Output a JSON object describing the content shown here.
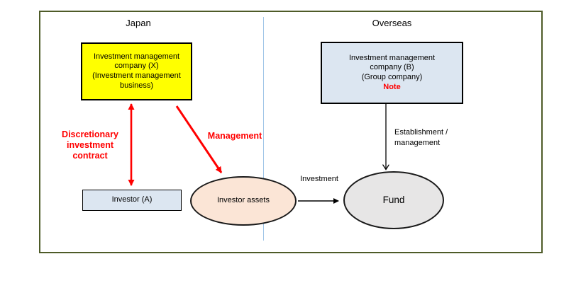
{
  "titles": {
    "left": "Japan",
    "right": "Overseas"
  },
  "boxes": {
    "company_x": {
      "text": "Investment management\ncompany (X)\n(Investment management\nbusiness)",
      "fill": "#ffff00"
    },
    "company_b": {
      "text": "Investment management\ncompany (B)\n(Group company)",
      "note": "Note",
      "fill": "#dce6f1",
      "note_color": "#ff0000"
    },
    "investor_a": {
      "text": "Investor (A)",
      "fill": "#dce6f1"
    }
  },
  "ellipses": {
    "investor_assets": {
      "text": "Investor assets",
      "fill": "#fbe5d6"
    },
    "fund": {
      "text": "Fund",
      "fill": "#e7e6e6"
    }
  },
  "arrow_labels": {
    "discretionary": {
      "label": "Discretionary\ninvestment\ncontract",
      "color": "#ff0000"
    },
    "management": {
      "label": "Management",
      "color": "#ff0000"
    },
    "investment": {
      "label": "Investment",
      "color": "#000000"
    },
    "establishment": {
      "label": "Establishment /\nmanagement",
      "color": "#000000"
    }
  },
  "colors": {
    "frame_border": "#4e5b28",
    "divider": "#9dc3e6",
    "accent_red": "#ff0000",
    "box_yellow": "#ffff00",
    "box_blue": "#dce6f1",
    "ellipse_peach": "#fbe5d6",
    "ellipse_gray": "#e7e6e6"
  }
}
